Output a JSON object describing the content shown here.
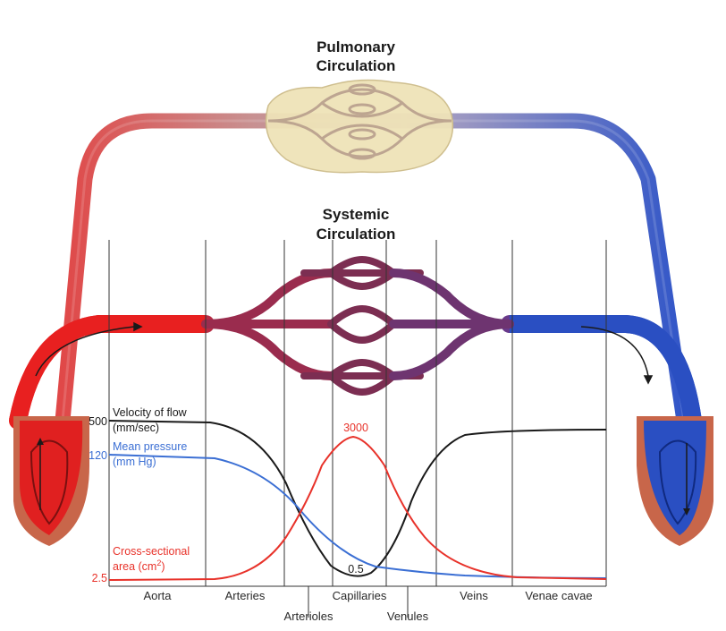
{
  "pulmonary": {
    "line1": "Pulmonary",
    "line2": "Circulation"
  },
  "systemic": {
    "line1": "Systemic",
    "line2": "Circulation"
  },
  "velocity": {
    "label": "Velocity of flow",
    "unit": "(mm/sec)",
    "tick": "500",
    "min_label": "0.5",
    "color": "#1a1a1a"
  },
  "pressure": {
    "label": "Mean pressure",
    "unit": "(mm Hg)",
    "tick": "120",
    "color": "#3b6fd4"
  },
  "area": {
    "label": "Cross-sectional",
    "unit_prefix": "area (cm",
    "unit_sup": "2",
    "unit_suffix": ")",
    "tick": "2.5",
    "peak_label": "3000",
    "color": "#e8322a"
  },
  "segments": {
    "aorta": "Aorta",
    "arteries": "Arteries",
    "arterioles": "Arterioles",
    "capillaries": "Capillaries",
    "venules": "Venules",
    "veins": "Veins",
    "venae_cavae": "Venae cavae"
  },
  "colors": {
    "arterial": "#e02020",
    "venous": "#2050c0",
    "capillary": "#7a2e4e",
    "lung": "#efe3b8",
    "heart_outer": "#c8664a"
  }
}
